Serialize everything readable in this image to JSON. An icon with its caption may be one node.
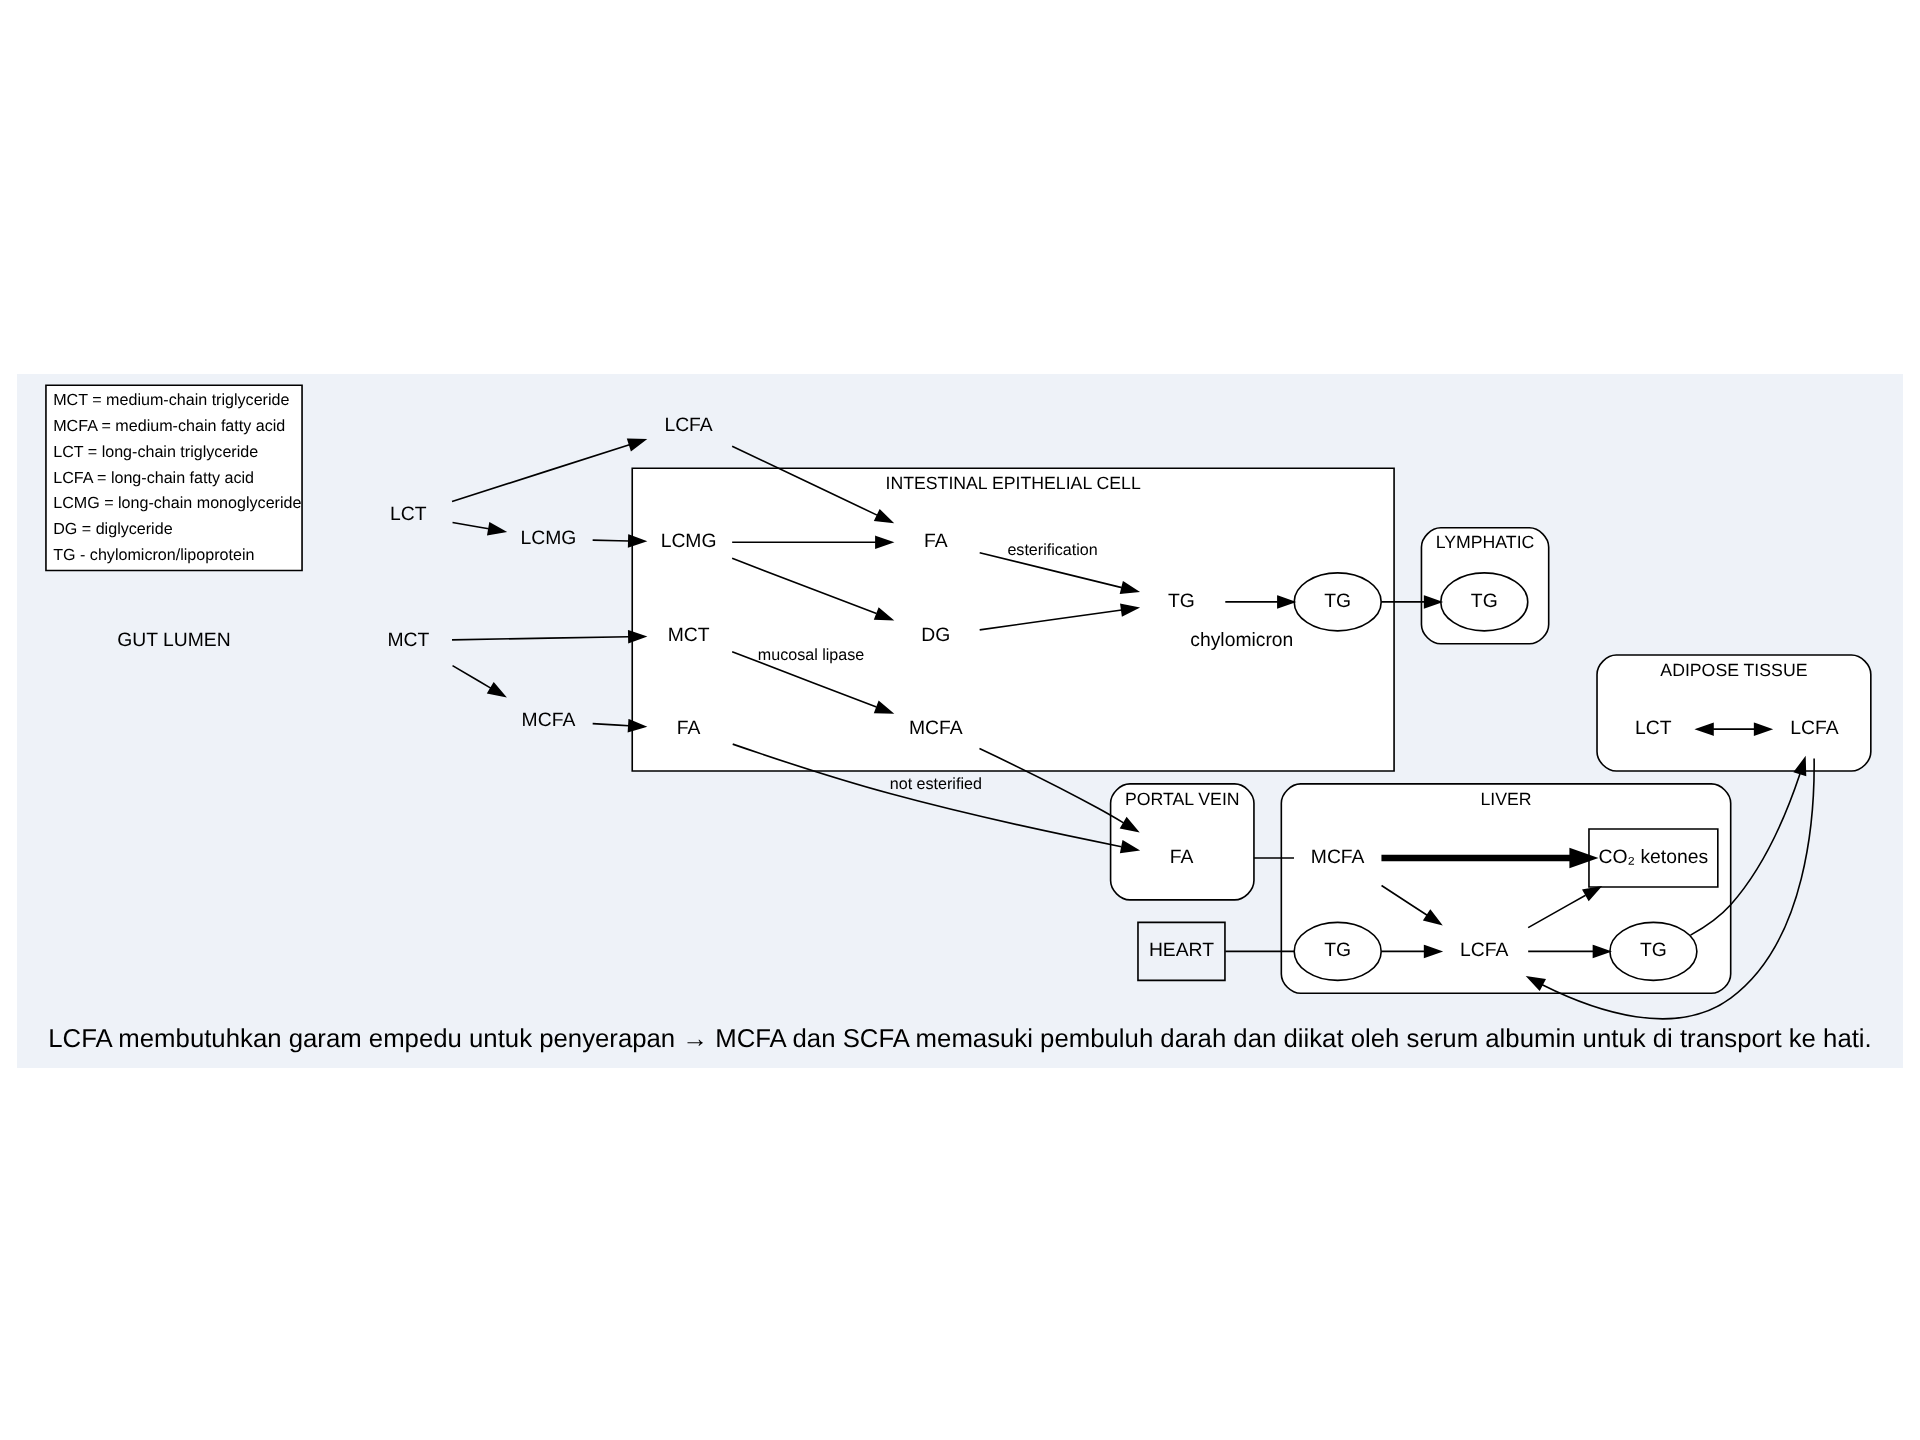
{
  "diagram": {
    "caption": "LCFA membutuhkan garam empedu untuk penyerapan → MCFA dan SCFA memasuki pembuluh darah dan diikat oleh serum albumin untuk di transport ke hati.",
    "nodes": [
      {
        "text": [
          "ADIPOSE TISSUE"
        ]
      },
      {
        "text": [
          "LCT"
        ],
        "in": 0
      },
      {
        "text": [
          "LCFA"
        ],
        "in": 0
      },
      {
        "text": [
          "LIVER"
        ]
      },
      {
        "text": [
          "TG"
        ],
        "in": 3
      },
      {
        "text": [
          "LCFA"
        ],
        "in": 3
      },
      {
        "text": [
          "CO₂ ketones"
        ],
        "in": 3
      },
      {
        "text": [
          "MCFA"
        ],
        "in": 3
      },
      {
        "text": [
          "TG"
        ],
        "in": 3
      },
      {
        "text": [
          "MCT"
        ]
      },
      {
        "text": [
          "MCFA"
        ]
      },
      {
        "text": [
          "LCT"
        ]
      },
      {
        "text": [
          "LCFA"
        ]
      },
      {
        "text": [
          "LCMG"
        ]
      },
      {
        "text": [
          "INTESTINAL EPITHELIAL CELL"
        ]
      },
      {
        "text": [
          "FA"
        ],
        "in": 14
      },
      {
        "text": [
          "MCT"
        ],
        "in": 14
      },
      {
        "text": [
          "MCFA"
        ],
        "in": 14
      },
      {
        "text": [
          "FA"
        ],
        "in": 14
      },
      {
        "text": [
          "TG"
        ],
        "in": 14
      },
      {
        "text": [
          "TG"
        ],
        "in": 14,
        "beside": [
          "chylomicron"
        ]
      },
      {
        "text": [
          "LCMG"
        ],
        "in": 14
      },
      {
        "text": [
          "DG"
        ],
        "in": 14
      },
      {
        "text": [
          "PORTAL VEIN"
        ]
      },
      {
        "text": [
          "FA"
        ],
        "in": 23
      },
      {
        "text": [
          "LYMPHATIC"
        ]
      },
      {
        "text": [
          "TG"
        ],
        "in": 25
      },
      {
        "text": [
          "HEART"
        ]
      }
    ],
    "edges": [
      {
        "from": 1,
        "to": 2,
        "arrow": "both"
      },
      {
        "from": 4,
        "to": 2,
        "arrow": "to"
      },
      {
        "from": 2,
        "to": 5,
        "arrow": "to"
      },
      {
        "from": 5,
        "to": 4,
        "arrow": "to"
      },
      {
        "from": 5,
        "to": 6,
        "arrow": "to"
      },
      {
        "from": 7,
        "to": 6,
        "arrow": "to",
        "style": "thick"
      },
      {
        "from": 7,
        "to": 5,
        "arrow": "to"
      },
      {
        "from": 8,
        "to": 5,
        "arrow": "to"
      },
      {
        "from": 9,
        "to": 10,
        "arrow": "to"
      },
      {
        "from": 10,
        "to": 15,
        "arrow": "to"
      },
      {
        "from": 9,
        "to": 16,
        "arrow": "to"
      },
      {
        "from": 16,
        "to": 17,
        "arrow": "to",
        "label": "mucosal lipase"
      },
      {
        "from": 17,
        "to": 24,
        "arrow": "to"
      },
      {
        "from": 15,
        "to": 24,
        "arrow": "to",
        "label": "not esterified"
      },
      {
        "from": 11,
        "to": 12,
        "arrow": "to"
      },
      {
        "from": 12,
        "to": 18,
        "arrow": "to"
      },
      {
        "from": 11,
        "to": 13,
        "arrow": "to"
      },
      {
        "from": 13,
        "to": 21,
        "arrow": "to"
      },
      {
        "from": 21,
        "to": 18,
        "arrow": "to"
      },
      {
        "from": 18,
        "to": 19,
        "arrow": "to",
        "label": "esterification"
      },
      {
        "from": 21,
        "to": 22,
        "arrow": "to"
      },
      {
        "from": 22,
        "to": 19,
        "arrow": "to"
      },
      {
        "from": 19,
        "to": 20,
        "arrow": "to"
      },
      {
        "from": 20,
        "to": 26,
        "arrow": "to"
      },
      {
        "from": 23,
        "to": 7,
        "arrow": "none"
      },
      {
        "from": 27,
        "to": 8,
        "arrow": "none"
      }
    ],
    "labels": [
      "GUT LUMEN"
    ],
    "legend": [
      {
        "text": "MCT = medium-chain triglyceride"
      },
      {
        "text": "MCFA = medium-chain fatty acid"
      },
      {
        "text": "LCT = long-chain triglyceride"
      },
      {
        "text": "LCFA = long-chain fatty acid"
      },
      {
        "text": "LCMG = long-chain monoglyceride"
      },
      {
        "text": "DG = diglyceride"
      },
      {
        "text": "TG - chylomicron/lipoprotein"
      }
    ]
  }
}
